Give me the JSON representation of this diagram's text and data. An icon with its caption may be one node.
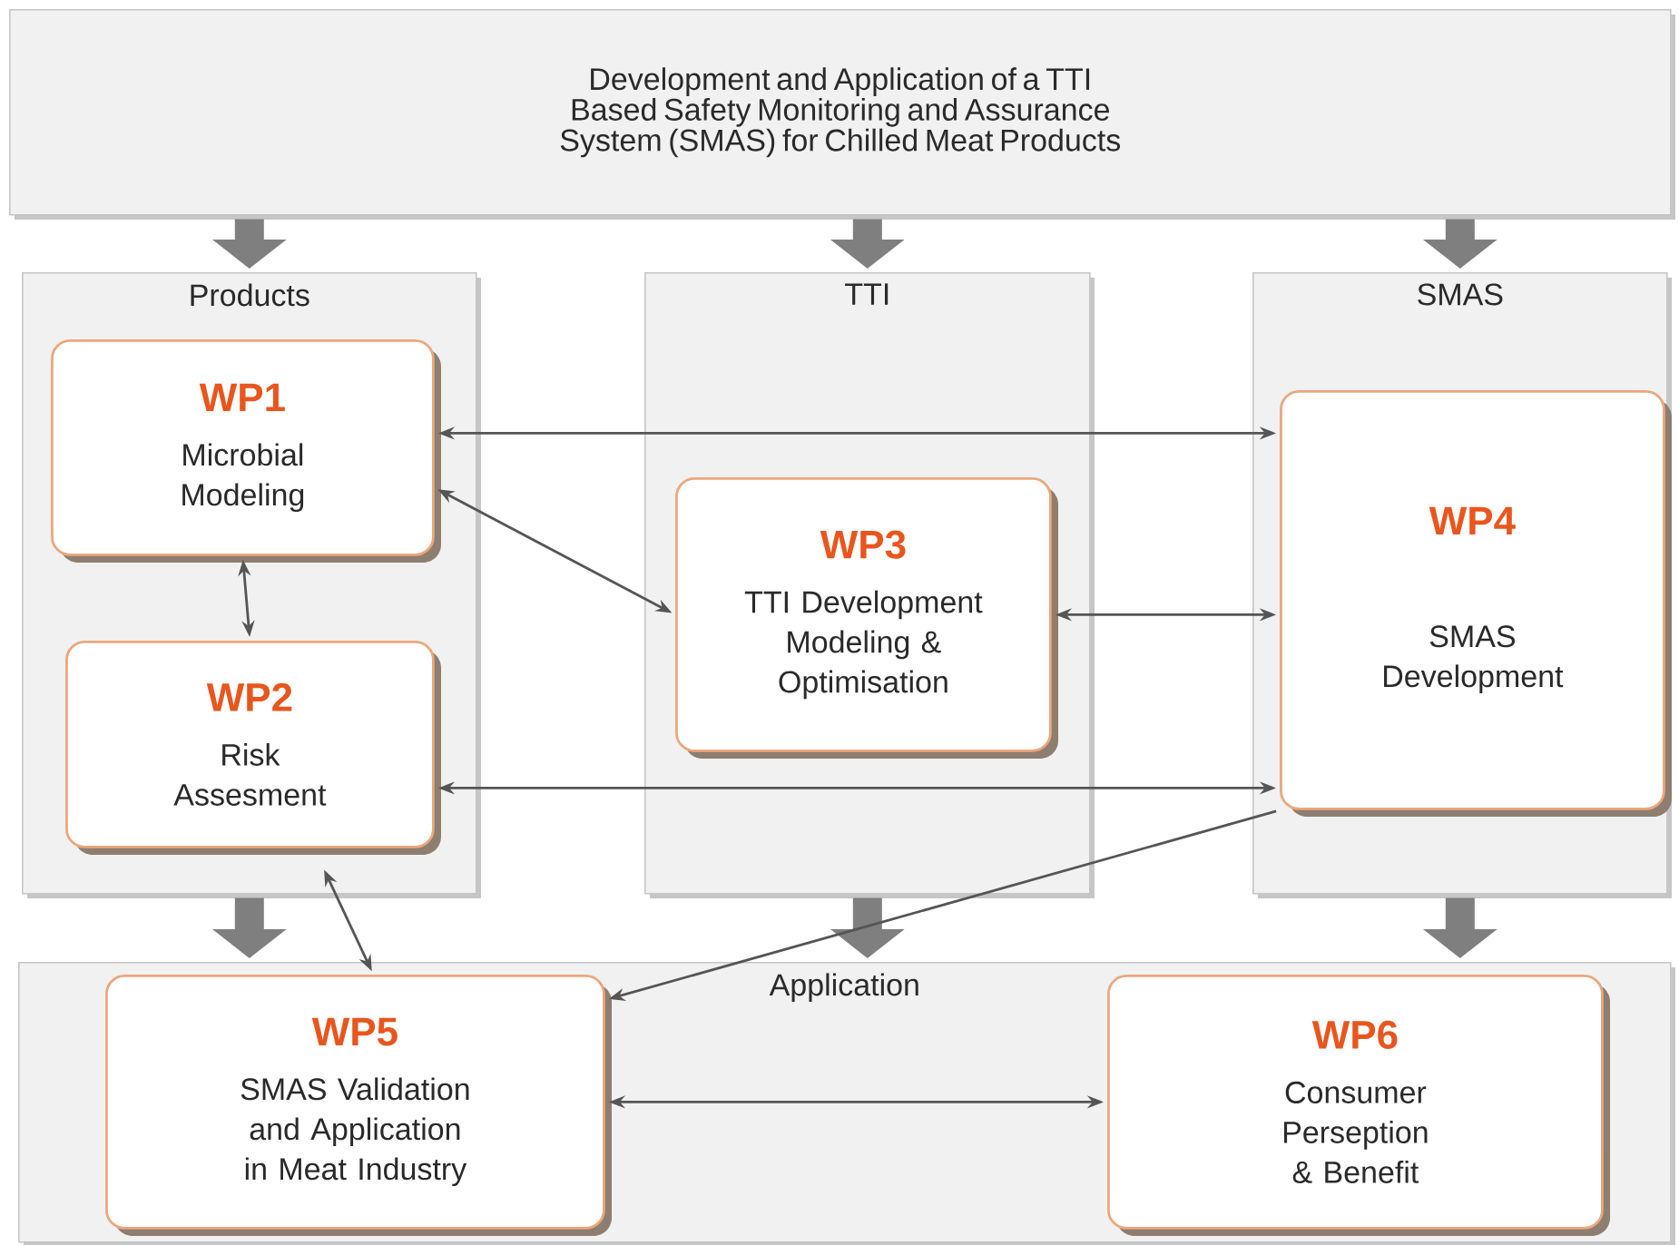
{
  "diagram": {
    "nodes": [
      {
        "text": [
          "Development and Application of a TTI Based Safety Monitoring and Assurance System (SMAS) for Chilled Meat Products"
        ]
      },
      {
        "text": [
          "Products"
        ]
      },
      {
        "text": [
          "WP1",
          "Microbial Modeling"
        ],
        "in": 1
      },
      {
        "text": [
          "WP2",
          "Risk Assesment"
        ],
        "in": 1
      },
      {
        "text": [
          "TTI"
        ]
      },
      {
        "text": [
          "WP3",
          "TTI Development Modeling & Optimisation"
        ],
        "in": 4
      },
      {
        "text": [
          "SMAS"
        ]
      },
      {
        "text": [
          "WP4",
          "SMAS Development"
        ],
        "in": 6
      },
      {
        "text": [
          "Application"
        ]
      },
      {
        "text": [
          "WP5",
          "SMAS Validation and Application in Meat Industry"
        ],
        "in": 8
      },
      {
        "text": [
          "WP6",
          "Consumer Perseption & Benefit"
        ],
        "in": 8
      }
    ],
    "edges": [
      {
        "from": 0,
        "to": 1,
        "arrow": "to",
        "style": "thick",
        "color": "#7f7f7f"
      },
      {
        "from": 0,
        "to": 4,
        "arrow": "to",
        "style": "thick",
        "color": "#7f7f7f"
      },
      {
        "from": 0,
        "to": 6,
        "arrow": "to",
        "style": "thick",
        "color": "#7f7f7f"
      },
      {
        "from": 1,
        "to": 8,
        "arrow": "to",
        "style": "thick",
        "color": "#7f7f7f"
      },
      {
        "from": 4,
        "to": 8,
        "arrow": "to",
        "style": "thick",
        "color": "#7f7f7f"
      },
      {
        "from": 6,
        "to": 8,
        "arrow": "to",
        "style": "thick",
        "color": "#7f7f7f"
      },
      {
        "from": 2,
        "to": 7,
        "arrow": "both"
      },
      {
        "from": 2,
        "to": 5,
        "arrow": "both"
      },
      {
        "from": 2,
        "to": 3,
        "arrow": "both"
      },
      {
        "from": 5,
        "to": 7,
        "arrow": "both"
      },
      {
        "from": 3,
        "to": 7,
        "arrow": "both"
      },
      {
        "from": 3,
        "to": 9,
        "arrow": "both"
      },
      {
        "from": 7,
        "to": 9,
        "arrow": "to"
      },
      {
        "from": 9,
        "to": 10,
        "arrow": "both"
      }
    ]
  }
}
